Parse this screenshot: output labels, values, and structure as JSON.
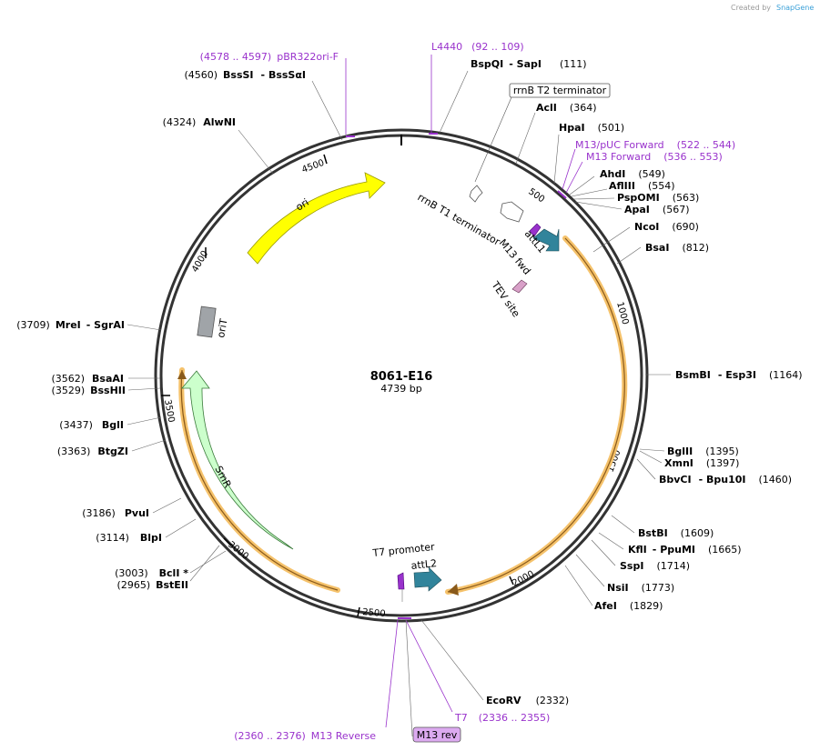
{
  "credit": {
    "created_by": "Created by",
    "brand": "SnapGene"
  },
  "plasmid": {
    "name": "8061-E16",
    "length": "4739 bp"
  },
  "ticks": [
    "500",
    "1000",
    "1500",
    "2000",
    "2500",
    "3000",
    "3500",
    "4000",
    "4500"
  ],
  "sites": [
    {
      "pos": "(111)",
      "name": "BspQI",
      "alias": "SapI",
      "side": "right"
    },
    {
      "pos": "(364)",
      "name": "AclI",
      "alias": "",
      "side": "right"
    },
    {
      "pos": "(501)",
      "name": "HpaI",
      "alias": "",
      "side": "right"
    },
    {
      "pos": "(549)",
      "name": "AhdI",
      "alias": "",
      "side": "right"
    },
    {
      "pos": "(554)",
      "name": "AflIII",
      "alias": "",
      "side": "right"
    },
    {
      "pos": "(563)",
      "name": "PspOMI",
      "alias": "",
      "side": "right"
    },
    {
      "pos": "(567)",
      "name": "ApaI",
      "alias": "",
      "side": "right"
    },
    {
      "pos": "(690)",
      "name": "NcoI",
      "alias": "",
      "side": "right"
    },
    {
      "pos": "(812)",
      "name": "BsaI",
      "alias": "",
      "side": "right"
    },
    {
      "pos": "(1164)",
      "name": "BsmBI",
      "alias": "Esp3I",
      "side": "right"
    },
    {
      "pos": "(1395)",
      "name": "BglII",
      "alias": "",
      "side": "right"
    },
    {
      "pos": "(1397)",
      "name": "XmnI",
      "alias": "",
      "side": "right"
    },
    {
      "pos": "(1460)",
      "name": "BbvCI",
      "alias": "Bpu10I",
      "side": "right"
    },
    {
      "pos": "(1609)",
      "name": "BstBI",
      "alias": "",
      "side": "right"
    },
    {
      "pos": "(1665)",
      "name": "KflI",
      "alias": "PpuMI",
      "side": "right"
    },
    {
      "pos": "(1714)",
      "name": "SspI",
      "alias": "",
      "side": "right"
    },
    {
      "pos": "(1773)",
      "name": "NsiI",
      "alias": "",
      "side": "right"
    },
    {
      "pos": "(1829)",
      "name": "AfeI",
      "alias": "",
      "side": "right"
    },
    {
      "pos": "(2332)",
      "name": "EcoRV",
      "alias": "",
      "side": "right"
    },
    {
      "pos": "(2965)",
      "name": "BstEII",
      "alias": "",
      "side": "left"
    },
    {
      "pos": "(3003)",
      "name": "BclI *",
      "alias": "",
      "side": "left"
    },
    {
      "pos": "(3114)",
      "name": "BlpI",
      "alias": "",
      "side": "left"
    },
    {
      "pos": "(3186)",
      "name": "PvuI",
      "alias": "",
      "side": "left"
    },
    {
      "pos": "(3363)",
      "name": "BtgZI",
      "alias": "",
      "side": "left"
    },
    {
      "pos": "(3437)",
      "name": "BglI",
      "alias": "",
      "side": "left"
    },
    {
      "pos": "(3529)",
      "name": "BssHII",
      "alias": "",
      "side": "left"
    },
    {
      "pos": "(3562)",
      "name": "BsaAI",
      "alias": "",
      "side": "left"
    },
    {
      "pos": "(3709)",
      "name": "MreI",
      "alias": "SgrAI",
      "side": "left"
    },
    {
      "pos": "(4324)",
      "name": "AlwNI",
      "alias": "",
      "side": "left"
    },
    {
      "pos": "(4560)",
      "name": "BssSI",
      "alias": "BssSαI",
      "side": "left"
    }
  ],
  "primers": [
    {
      "name": "L4440",
      "range": "(92 .. 109)"
    },
    {
      "name": "pBR322ori-F",
      "range": "(4578 .. 4597)"
    },
    {
      "name": "M13/pUC Forward",
      "range": "(522 .. 544)"
    },
    {
      "name": "M13 Forward",
      "range": "(536 .. 553)"
    },
    {
      "name": "T7",
      "range": "(2336 .. 2355)"
    },
    {
      "name": "M13 Reverse",
      "range": "(2360 .. 2376)"
    }
  ],
  "features": {
    "rrnB_T2": "rrnB T2 terminator",
    "rrnB_T1": "rrnB T1 terminator",
    "M13_fwd": "M13 fwd",
    "attL1": "attL1",
    "TEV": "TEV site",
    "T7_promoter": "T7 promoter",
    "attL2": "attL2",
    "M13_rev": "M13 rev",
    "ori": "ori",
    "oriT": "oriT",
    "SmR": "SmR"
  },
  "colors": {
    "ori": "#ffff00",
    "SmR": "#ccffcc",
    "attL": "#31849b",
    "oriT": "#a0a4a8",
    "primer": "#9932cc",
    "orf_glow": "#f5c26b"
  }
}
